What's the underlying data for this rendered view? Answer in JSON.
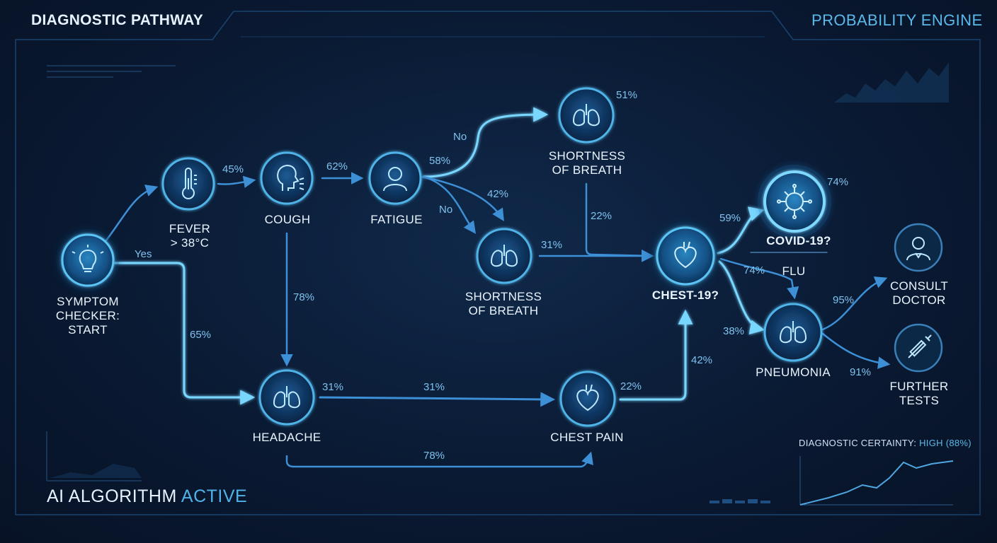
{
  "header": {
    "title": "DIAGNOSTIC PATHWAY",
    "engine": "PROBABILITY ENGINE"
  },
  "footer": {
    "status_prefix": "AI ALGORITHM",
    "status_value": "ACTIVE",
    "certainty_label": "DIAGNOSTIC CERTAINTY:",
    "certainty_value": "HIGH (88%)"
  },
  "nodes": {
    "start": {
      "line1": "SYMPTOM",
      "line2": "CHECKER:",
      "line3": "START",
      "icon": "lightbulb-icon"
    },
    "fever": {
      "line1": "FEVER",
      "line2": "> 38°C",
      "icon": "thermometer-icon"
    },
    "cough": {
      "line1": "COUGH",
      "icon": "cough-head-icon"
    },
    "fatigue": {
      "line1": "FATIGUE",
      "icon": "person-icon"
    },
    "sob_top": {
      "line1": "SHORTNESS",
      "line2": "OF BREATH",
      "icon": "lungs-icon",
      "pct": "51%"
    },
    "sob_mid": {
      "line1": "SHORTNESS",
      "line2": "OF BREATH",
      "icon": "lungs-icon"
    },
    "headache": {
      "line1": "HEADACHE",
      "icon": "lungs-icon"
    },
    "chest_pain": {
      "line1": "CHEST PAIN",
      "icon": "heart-icon"
    },
    "chest19": {
      "line1": "CHEST-19?",
      "icon": "heart-icon"
    },
    "covid": {
      "line1": "COVID-19?",
      "icon": "virus-icon",
      "pct": "74%"
    },
    "flu": {
      "line1": "FLU"
    },
    "pneumonia": {
      "line1": "PNEUMONIA",
      "icon": "lungs-icon"
    },
    "consult": {
      "line1": "CONSULT",
      "line2": "DOCTOR",
      "icon": "doctor-icon"
    },
    "tests": {
      "line1": "FURTHER",
      "line2": "TESTS",
      "icon": "syringe-icon"
    }
  },
  "edges": {
    "fever_cough": "45%",
    "cough_fatigue": "62%",
    "fatigue_sob_top": "58%",
    "fatigue_sob_mid": "42%",
    "start_headache": "65%",
    "cough_headache": "78%",
    "sob_top_chest19": "22%",
    "sob_mid_chest19": "31%",
    "headache_out": "31%",
    "headache_chest_pain": "31%",
    "headache_chest_pain_bottom": "78%",
    "chest_pain_out": "22%",
    "chest_pain_chest19": "42%",
    "chest19_covid": "59%",
    "chest19_flu": "74%",
    "chest19_pneumonia": "38%",
    "pneumonia_consult": "95%",
    "pneumonia_tests": "91%"
  },
  "branches": {
    "yes": "Yes",
    "no_top": "No",
    "no_mid": "No"
  },
  "colors": {
    "accent": "#4fb3e8",
    "arrow": "#3d8fd6",
    "bright_arrow": "#79d6ff",
    "background": "#0a1a33"
  }
}
